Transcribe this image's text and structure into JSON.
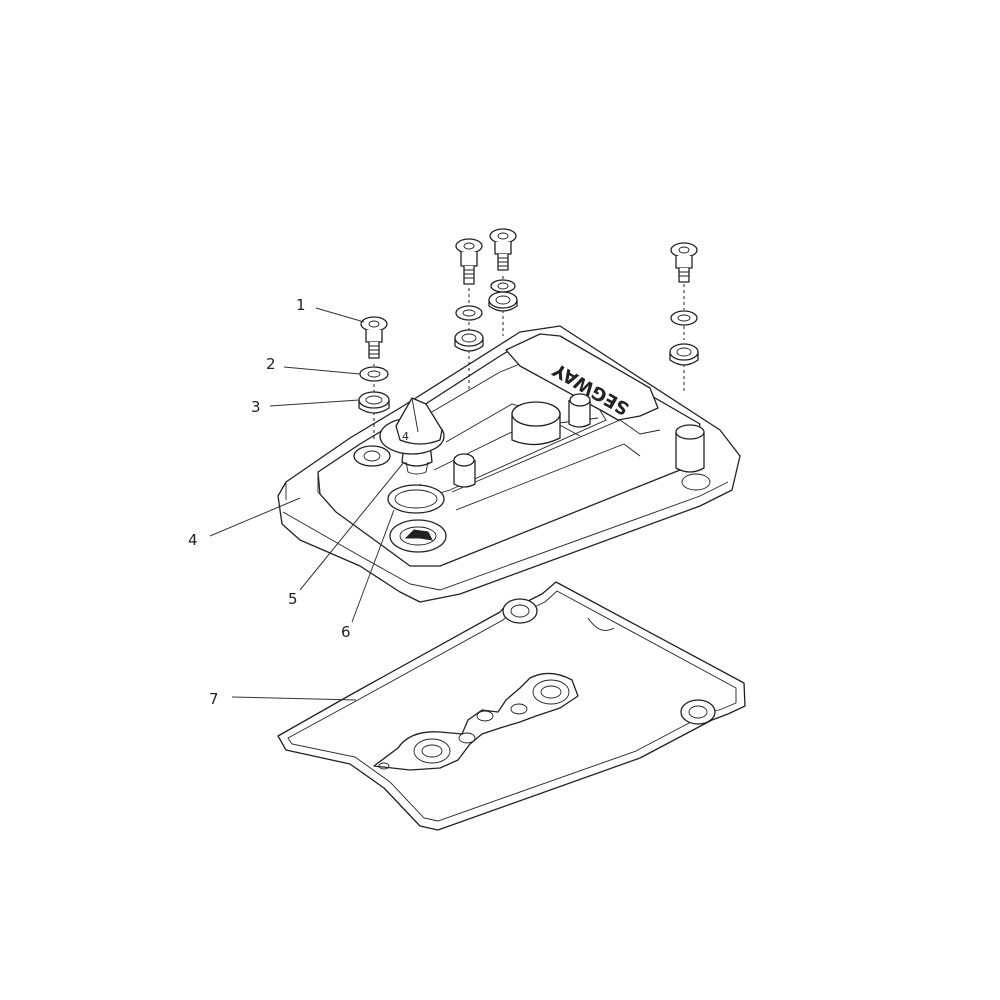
{
  "callouts": [
    {
      "id": "1",
      "label": "1",
      "part": "cover-bolt"
    },
    {
      "id": "2",
      "label": "2",
      "part": "flat-washer"
    },
    {
      "id": "3",
      "label": "3",
      "part": "rubber-grommet"
    },
    {
      "id": "4",
      "label": "4",
      "part": "valve-cover"
    },
    {
      "id": "5",
      "label": "5",
      "part": "oil-filler-cap"
    },
    {
      "id": "6",
      "label": "6",
      "part": "filler-o-ring"
    },
    {
      "id": "7",
      "label": "7",
      "part": "valve-cover-gasket"
    }
  ],
  "logo_text": "SEGWAY",
  "cap_marking": "4"
}
